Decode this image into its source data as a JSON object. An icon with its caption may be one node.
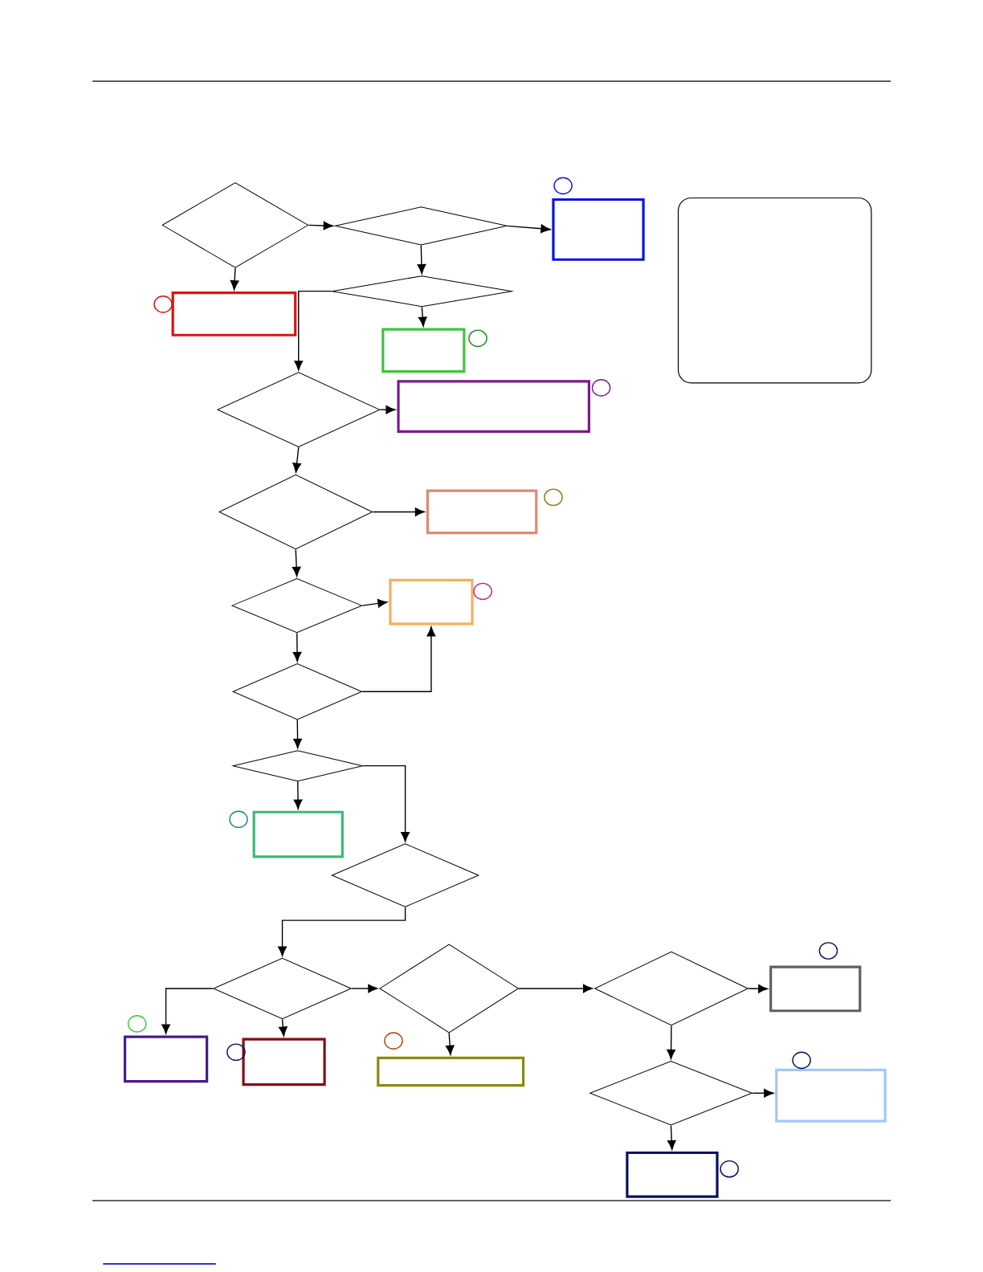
{
  "diagram": {
    "nodes": [
      {
        "text": [],
        "shape": "diamond"
      },
      {
        "text": [],
        "shape": "diamond"
      },
      {
        "text": [],
        "shape": "box"
      },
      {
        "text": [],
        "shape": "box"
      },
      {
        "text": [],
        "shape": "box"
      },
      {
        "text": [],
        "shape": "diamond"
      },
      {
        "text": [],
        "shape": "box"
      },
      {
        "text": [],
        "shape": "diamond"
      },
      {
        "text": [],
        "shape": "box"
      },
      {
        "text": [],
        "shape": "diamond"
      },
      {
        "text": [],
        "shape": "box"
      },
      {
        "text": [],
        "shape": "diamond"
      },
      {
        "text": [],
        "shape": "box"
      },
      {
        "text": [],
        "shape": "diamond"
      },
      {
        "text": [],
        "shape": "diamond"
      },
      {
        "text": [],
        "shape": "box"
      },
      {
        "text": [],
        "shape": "diamond"
      },
      {
        "text": [],
        "shape": "diamond"
      },
      {
        "text": [],
        "shape": "diamond"
      },
      {
        "text": [],
        "shape": "diamond"
      },
      {
        "text": [],
        "shape": "box"
      },
      {
        "text": [],
        "shape": "box"
      },
      {
        "text": [],
        "shape": "box"
      },
      {
        "text": [],
        "shape": "box"
      },
      {
        "text": [],
        "shape": "diamond"
      },
      {
        "text": [],
        "shape": "box"
      },
      {
        "text": [],
        "shape": "box"
      }
    ],
    "edges": [
      {
        "from": 0,
        "to": 1,
        "arrow": "to"
      },
      {
        "from": 1,
        "to": 2,
        "arrow": "to"
      },
      {
        "from": 1,
        "to": 5,
        "arrow": "to"
      },
      {
        "from": 0,
        "to": 4,
        "arrow": "to"
      },
      {
        "from": 5,
        "to": 6,
        "arrow": "to"
      },
      {
        "from": 5,
        "to": 7,
        "arrow": "to"
      },
      {
        "from": 7,
        "to": 8,
        "arrow": "to"
      },
      {
        "from": 7,
        "to": 9,
        "arrow": "to"
      },
      {
        "from": 9,
        "to": 10,
        "arrow": "to"
      },
      {
        "from": 9,
        "to": 11,
        "arrow": "to"
      },
      {
        "from": 11,
        "to": 12,
        "arrow": "to"
      },
      {
        "from": 11,
        "to": 13,
        "arrow": "to"
      },
      {
        "from": 13,
        "to": 12,
        "arrow": "to"
      },
      {
        "from": 13,
        "to": 14,
        "arrow": "to"
      },
      {
        "from": 14,
        "to": 15,
        "arrow": "to"
      },
      {
        "from": 14,
        "to": 16,
        "arrow": "to"
      },
      {
        "from": 16,
        "to": 17,
        "arrow": "to"
      },
      {
        "from": 17,
        "to": 21,
        "arrow": "to"
      },
      {
        "from": 17,
        "to": 22,
        "arrow": "to"
      },
      {
        "from": 17,
        "to": 18,
        "arrow": "to"
      },
      {
        "from": 18,
        "to": 23,
        "arrow": "to"
      },
      {
        "from": 18,
        "to": 19,
        "arrow": "to"
      },
      {
        "from": 19,
        "to": 20,
        "arrow": "to"
      },
      {
        "from": 19,
        "to": 24,
        "arrow": "to"
      },
      {
        "from": 24,
        "to": 25,
        "arrow": "to"
      },
      {
        "from": 24,
        "to": 26,
        "arrow": "to"
      }
    ]
  }
}
